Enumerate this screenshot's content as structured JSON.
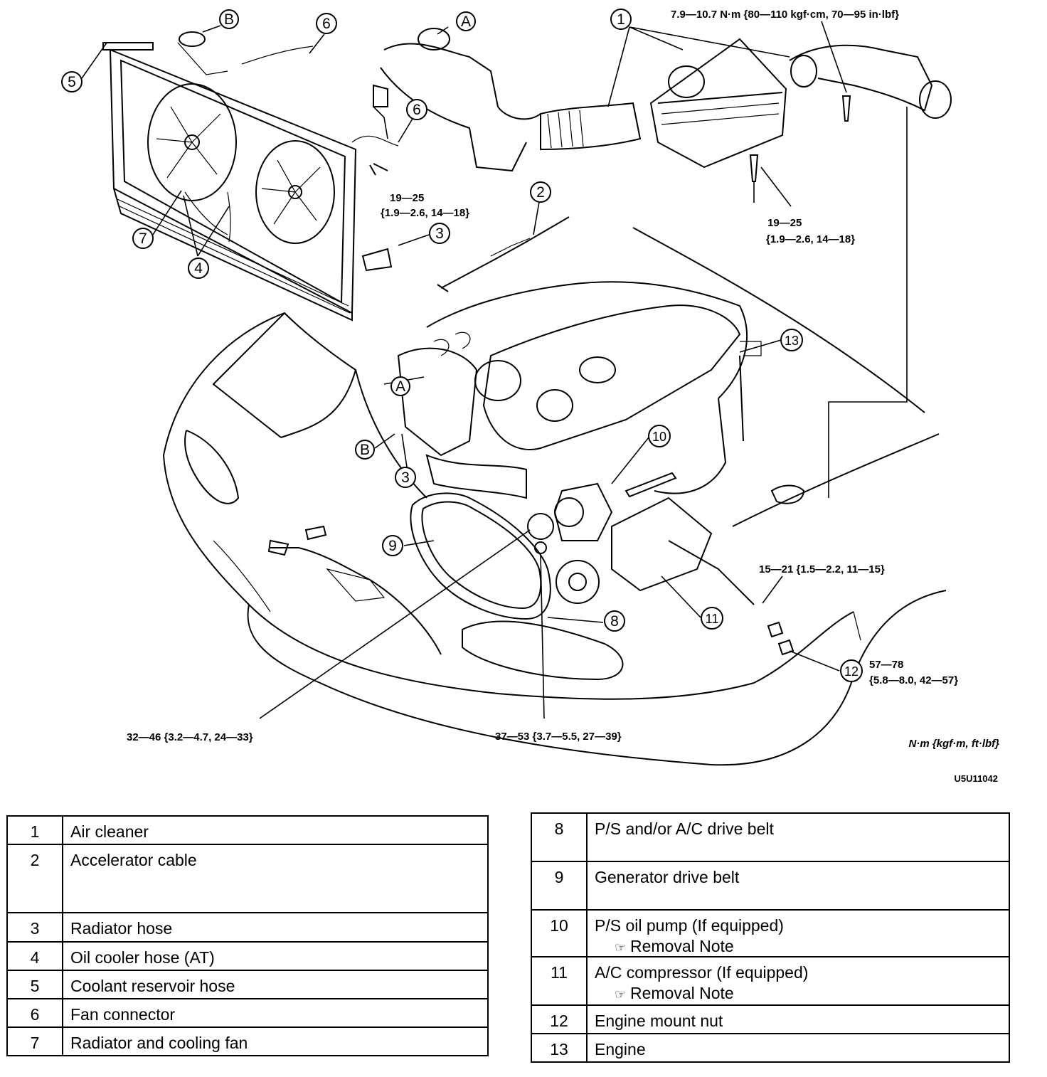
{
  "diagram": {
    "figure_code": "U5U11042",
    "unit_note": "N·m {kgf·m, ft·lbf}",
    "callouts": [
      "1",
      "2",
      "3",
      "4",
      "5",
      "6",
      "7",
      "8",
      "9",
      "10",
      "11",
      "12",
      "13",
      "A",
      "B"
    ],
    "torques": {
      "air_cleaner_bolt": "7.9—10.7 N·m {80—110 kgf·cm, 70—95 in·lbf}",
      "radiator_bolt": "19—25",
      "radiator_bolt_alt": "{1.9—2.6, 14—18}",
      "air_cleaner_mount": "19—25",
      "air_cleaner_mount_alt": "{1.9—2.6, 14—18}",
      "compressor_bolt": "15—21 {1.5—2.2, 11—15}",
      "engine_mount_nut": "57—78",
      "engine_mount_nut_alt": "{5.8—8.0, 42—57}",
      "generator_bolt": "32—46 {3.2—4.7, 24—33}",
      "pump_bolt": "37—53 {3.7—5.5, 27—39}"
    }
  },
  "parts_left": [
    {
      "num": "1",
      "name": "Air cleaner"
    },
    {
      "num": "2",
      "name": "Accelerator cable"
    },
    {
      "num": "3",
      "name": "Radiator hose"
    },
    {
      "num": "4",
      "name": "Oil cooler hose (AT)"
    },
    {
      "num": "5",
      "name": "Coolant reservoir hose"
    },
    {
      "num": "6",
      "name": "Fan connector"
    },
    {
      "num": "7",
      "name": "Radiator and cooling fan"
    }
  ],
  "parts_right": [
    {
      "num": "8",
      "name": "P/S and/or A/C drive belt"
    },
    {
      "num": "9",
      "name": "Generator drive belt"
    },
    {
      "num": "10",
      "name": "P/S oil pump (If equipped)",
      "note": "Removal Note"
    },
    {
      "num": "11",
      "name": "A/C compressor (If equipped)",
      "note": "Removal Note"
    },
    {
      "num": "12",
      "name": "Engine mount nut"
    },
    {
      "num": "13",
      "name": "Engine"
    }
  ],
  "icons": {
    "note": "hand-pointer-icon"
  }
}
